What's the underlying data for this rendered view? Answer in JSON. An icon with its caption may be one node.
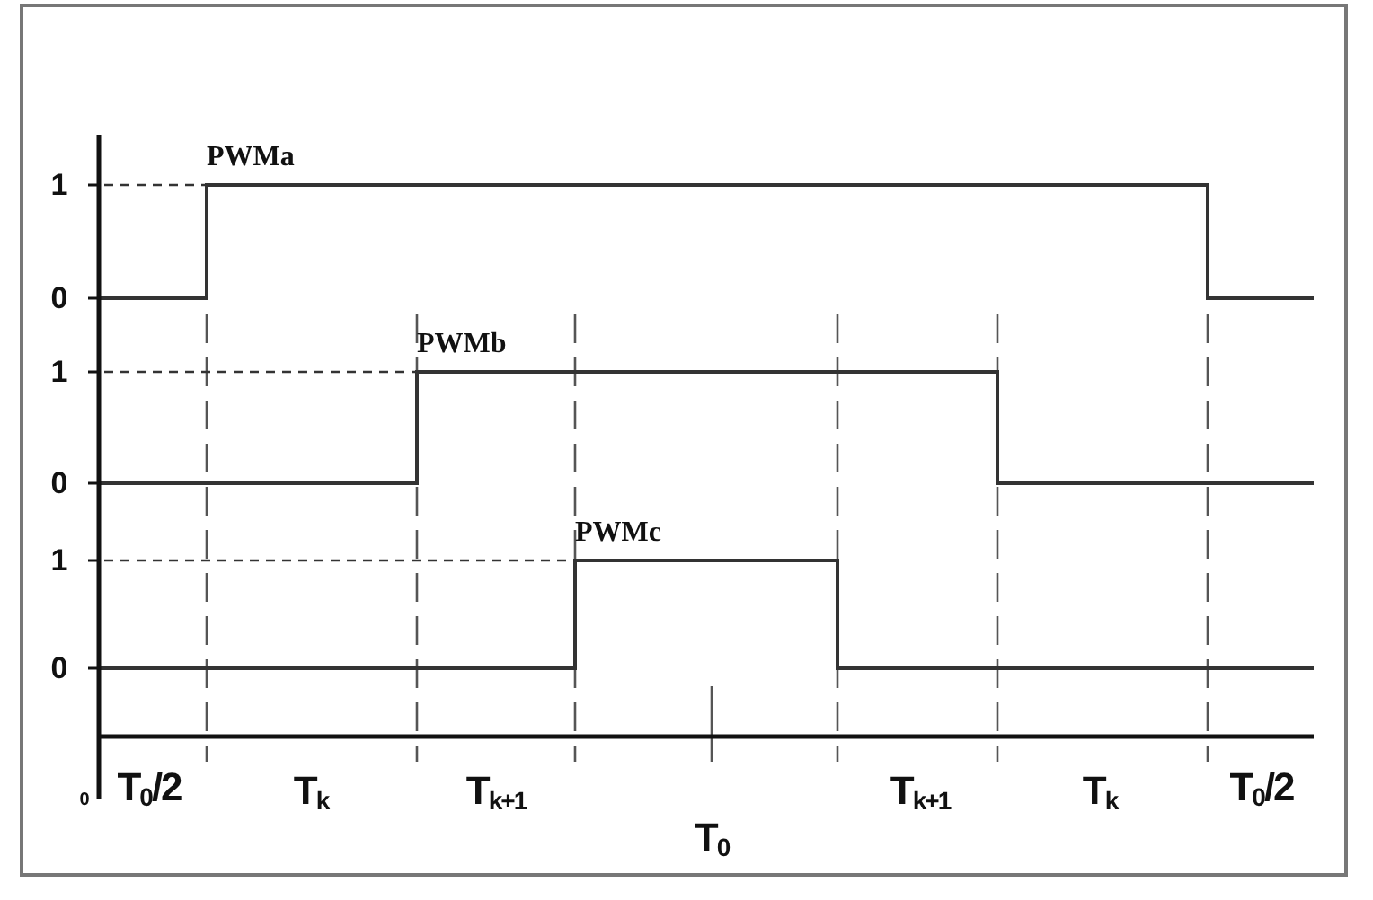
{
  "diagram": {
    "labels": [
      "PWMa",
      "1",
      "0",
      "PWMb",
      "1",
      "0",
      "PWMc",
      "1",
      "0",
      "0",
      "T$_{0}$/2",
      "T$_{k}$",
      "T$_{k+1}$",
      "T$_{k+1}$",
      "T$_{k}$",
      "T$_{0}$/2",
      "T$_{0}$"
    ]
  }
}
